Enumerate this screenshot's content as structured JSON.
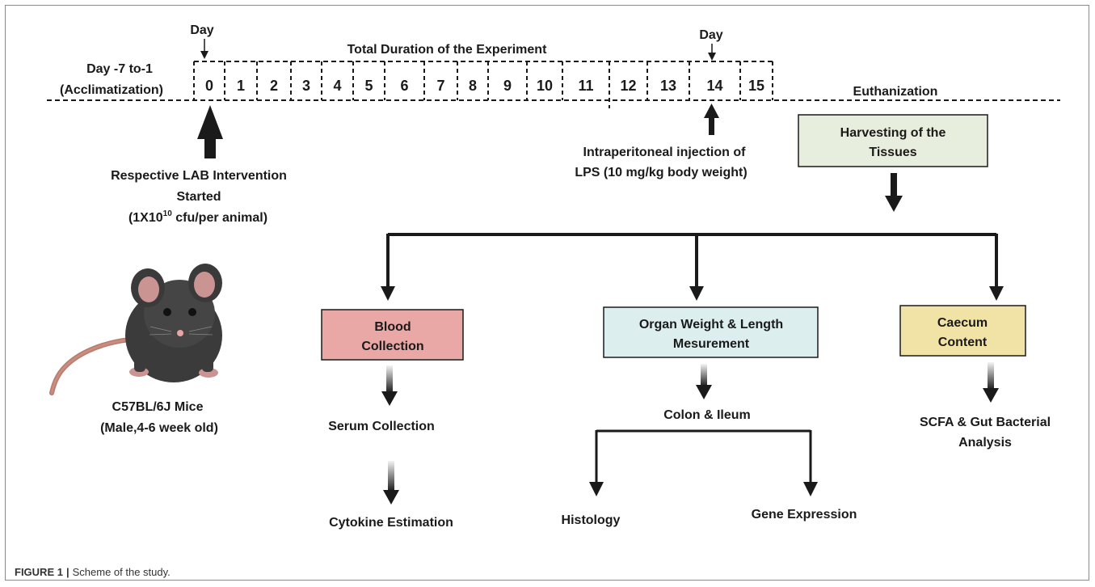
{
  "timeline": {
    "acclimatization_line1": "Day -7 to-1",
    "acclimatization_line2": "(Acclimatization)",
    "total_duration": "Total Duration of the Experiment",
    "day_start_label": "Day",
    "day_end_label": "Day",
    "days": [
      "0",
      "1",
      "2",
      "3",
      "4",
      "5",
      "6",
      "7",
      "8",
      "9",
      "10",
      "11",
      "12",
      "13",
      "14",
      "15"
    ],
    "euthanization": "Euthanization"
  },
  "intervention": {
    "line1": "Respective LAB Intervention",
    "line2": "Started",
    "line3_prefix": "(1X10",
    "line3_superscript": "10",
    "line3_suffix": " cfu/per animal)"
  },
  "injection": {
    "line1": "Intraperitoneal injection of",
    "line2": "LPS (10 mg/kg body weight)"
  },
  "harvest_box": {
    "line1": "Harvesting of the",
    "line2": "Tissues",
    "color": "#e8eedd"
  },
  "mouse": {
    "line1": "C57BL/6J  Mice",
    "line2": "(Male,4-6 week old)"
  },
  "blood": {
    "box_line1": "Blood",
    "box_line2": "Collection",
    "color": "#e9a8a6",
    "step1": "Serum Collection",
    "step2": "Cytokine Estimation"
  },
  "organ": {
    "box_line1": "Organ Weight & Length",
    "box_line2": "Mesurement",
    "color": "#dceeee",
    "step1": "Colon & Ileum",
    "left": "Histology",
    "right": "Gene Expression"
  },
  "caecum": {
    "box_line1": "Caecum",
    "box_line2": "Content",
    "color": "#f1e2a6",
    "step1_line1": "SCFA & Gut Bacterial",
    "step1_line2": "Analysis"
  },
  "caption": {
    "label": "FIGURE 1",
    "separator": "|",
    "text": "Scheme of the study."
  }
}
